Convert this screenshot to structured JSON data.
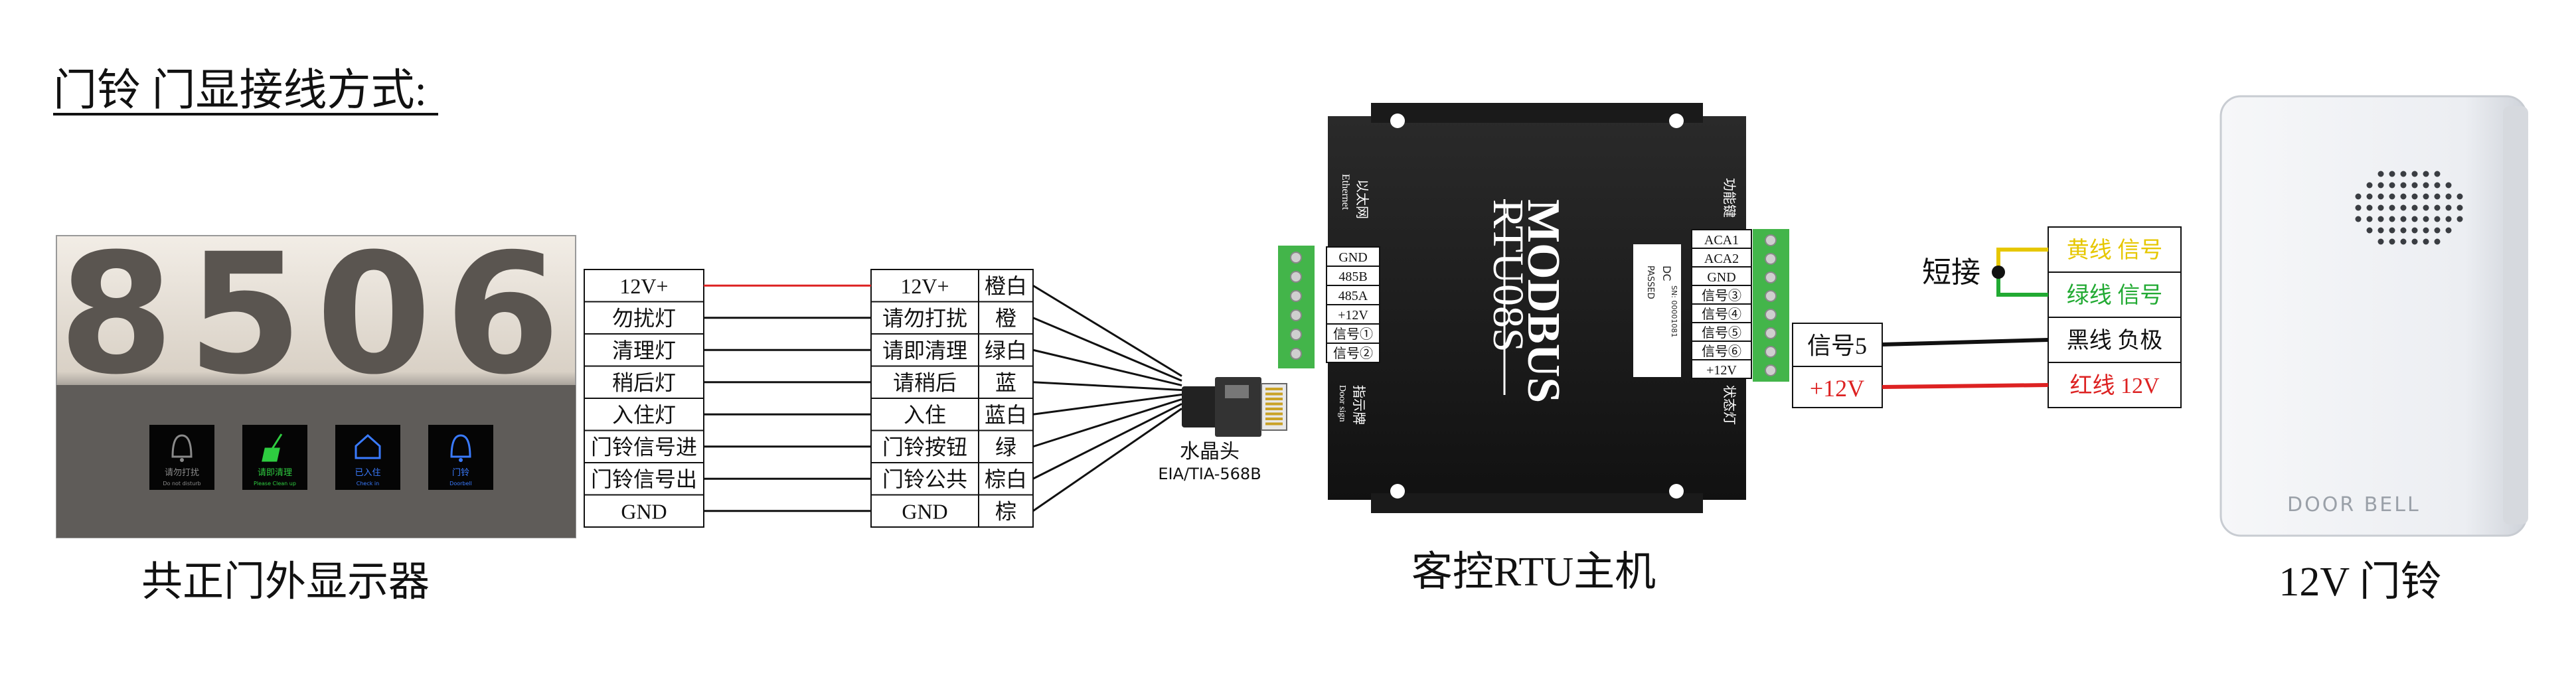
{
  "page_title": "门铃 门显接线方式:",
  "display_panel": {
    "caption": "共正门外显示器",
    "room_number": "8506",
    "buttons": [
      {
        "icon": "bell-mute-icon",
        "label": "请勿打扰",
        "sublabel": "Do not disturb",
        "color": "#8a8a8a"
      },
      {
        "icon": "broom-icon",
        "label": "请即清理",
        "sublabel": "Please Clean up",
        "color": "#2ecc40"
      },
      {
        "icon": "house-icon",
        "label": "已入住",
        "sublabel": "Check in",
        "color": "#3a7bff"
      },
      {
        "icon": "bell-icon",
        "label": "门铃",
        "sublabel": "Doorbell",
        "color": "#3a7bff"
      }
    ]
  },
  "display_terminals": [
    "12V+",
    "勿扰灯",
    "清理灯",
    "稍后灯",
    "入住灯",
    "门铃信号进",
    "门铃信号出",
    "GND"
  ],
  "connector_table": {
    "functions": [
      "12V+",
      "请勿打扰",
      "请即清理",
      "请稍后",
      "入住",
      "门铃按钮",
      "门铃公共",
      "GND"
    ],
    "wire_colors": [
      "橙白",
      "橙",
      "绿白",
      "蓝",
      "蓝白",
      "绿",
      "棕白",
      "棕"
    ]
  },
  "rj45": {
    "label": "水晶头",
    "standard": "EIA/TIA-568B"
  },
  "rtu": {
    "caption": "客控RTU主机",
    "brand": "MODBUS",
    "model": "RTU08S",
    "ethernet_label_cn": "以太网",
    "ethernet_label_en": "Ethernet",
    "func_label": "功能键",
    "status_label": "状态灯",
    "indicator_label": "指示牌",
    "indicator_sub": "Door sign",
    "left_terminals": [
      "GND",
      "485B",
      "485A",
      "+12V",
      "信号①",
      "信号②"
    ],
    "right_terminals": [
      "ACA1",
      "ACA2",
      "GND",
      "信号③",
      "信号④",
      "信号⑤",
      "信号⑥",
      "+12V"
    ],
    "sticker": {
      "line1": "DC",
      "line2": "PASSED",
      "line3": "SN: 00001081"
    }
  },
  "bell_wiring": {
    "rtu_side": [
      "信号5",
      "+12V"
    ],
    "short_label": "短接",
    "bell_terminals": [
      "黄线 信号",
      "绿线 信号",
      "黑线 负极",
      "红线 12V"
    ],
    "colors": {
      "yellow": "#e6c700",
      "green": "#22aa33",
      "black": "#111111",
      "red": "#dd2222"
    }
  },
  "doorbell": {
    "caption": "12V 门铃",
    "text": "DOOR BELL"
  }
}
